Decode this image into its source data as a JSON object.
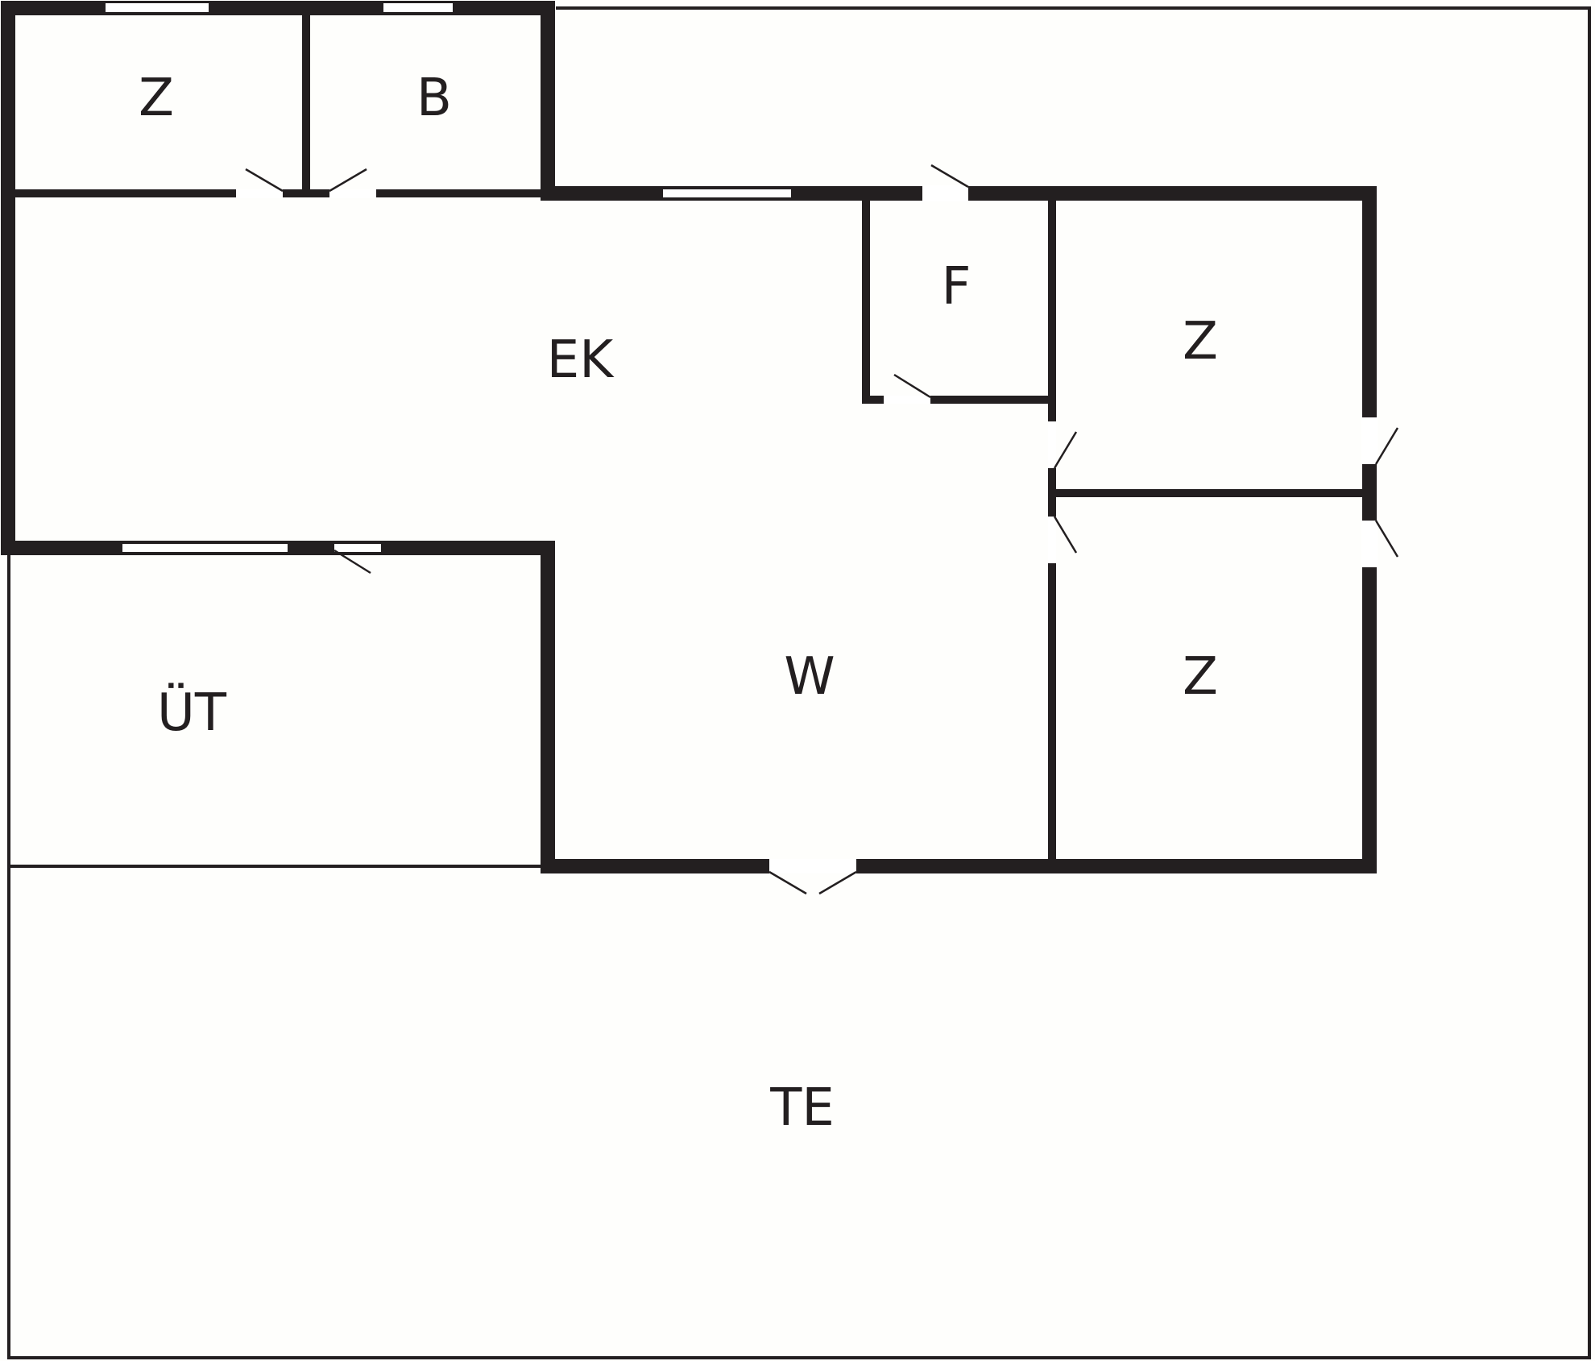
{
  "colors": {
    "background": "#fefefc",
    "wall": "#231f20",
    "opening": "#ffffff"
  },
  "rooms": {
    "z_top_left": "Z",
    "b": "B",
    "ek": "EK",
    "f": "F",
    "z_right_upper": "Z",
    "z_right_lower": "Z",
    "w": "W",
    "ut": "ÜT",
    "te": "TE"
  }
}
